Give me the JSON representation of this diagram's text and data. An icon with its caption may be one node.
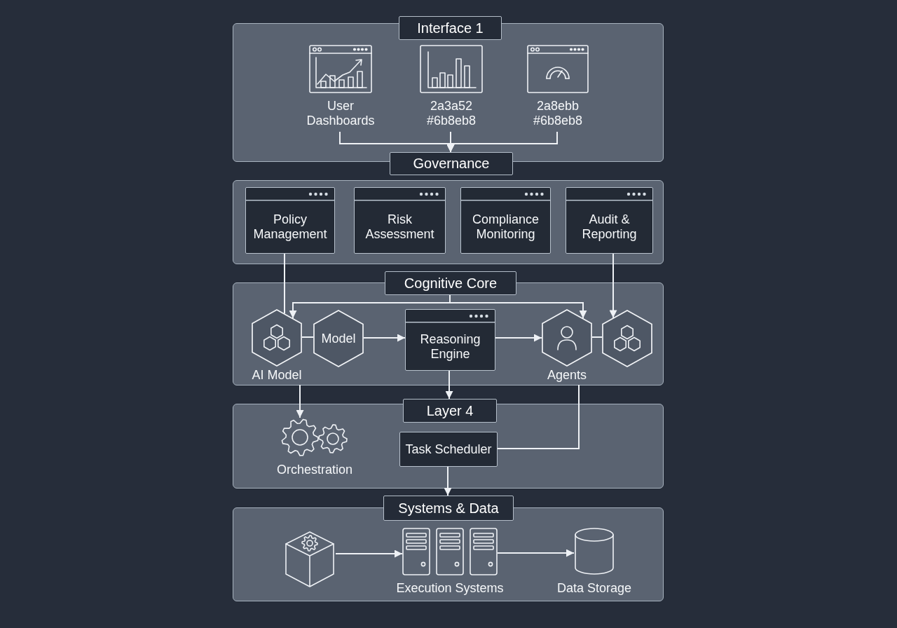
{
  "diagram": {
    "nodes": [
      {
        "text": [
          "Interface 1"
        ]
      },
      {
        "text": [
          "User Dashboards"
        ],
        "in": 0
      },
      {
        "text": [
          "2a3a52 #6b8eb8"
        ],
        "in": 0
      },
      {
        "text": [
          "2a8ebb #6b8eb8"
        ],
        "in": 0
      },
      {
        "text": [
          "Governance"
        ]
      },
      {
        "text": [
          "Policy Management"
        ],
        "in": 4
      },
      {
        "text": [
          "Risk Assessment"
        ],
        "in": 4
      },
      {
        "text": [
          "Compliance Monitoring"
        ],
        "in": 4
      },
      {
        "text": [
          "Audit & Reporting"
        ],
        "in": 4
      },
      {
        "text": [
          "Cognitive Core"
        ]
      },
      {
        "text": [
          "AI Model"
        ],
        "in": 9
      },
      {
        "text": [
          "Model"
        ],
        "in": 9
      },
      {
        "text": [
          "Reasoning Engine"
        ],
        "in": 9
      },
      {
        "text": [
          "Agents"
        ],
        "in": 9
      },
      {
        "text": [],
        "shape": "hexagon",
        "in": 9
      },
      {
        "text": [
          "Layer 4"
        ]
      },
      {
        "text": [
          "Orchestration"
        ],
        "in": 15
      },
      {
        "text": [
          "Task Scheduler"
        ],
        "in": 15
      },
      {
        "text": [
          "Systems & Data"
        ]
      },
      {
        "text": [],
        "shape": "cube",
        "in": 18
      },
      {
        "text": [
          "Execution Systems"
        ],
        "in": 18
      },
      {
        "text": [
          "Data Storage"
        ],
        "in": 18
      }
    ],
    "edges": [
      {
        "from": 1,
        "to": 4,
        "arrow": "to"
      },
      {
        "from": 2,
        "to": 4,
        "arrow": "to"
      },
      {
        "from": 3,
        "to": 4,
        "arrow": "to"
      },
      {
        "from": 5,
        "to": 10,
        "arrow": "none"
      },
      {
        "from": 8,
        "to": 14,
        "arrow": "to"
      },
      {
        "from": 9,
        "to": 10,
        "arrow": "to"
      },
      {
        "from": 9,
        "to": 13,
        "arrow": "to"
      },
      {
        "from": 10,
        "to": 11,
        "arrow": "none"
      },
      {
        "from": 11,
        "to": 12,
        "arrow": "to"
      },
      {
        "from": 12,
        "to": 13,
        "arrow": "to"
      },
      {
        "from": 13,
        "to": 14,
        "arrow": "none"
      },
      {
        "from": 12,
        "to": 15,
        "arrow": "to"
      },
      {
        "from": 10,
        "to": 16,
        "arrow": "to"
      },
      {
        "from": 13,
        "to": 17,
        "arrow": "none"
      },
      {
        "from": 17,
        "to": 18,
        "arrow": "to"
      },
      {
        "from": 19,
        "to": 20,
        "arrow": "to"
      },
      {
        "from": 20,
        "to": 21,
        "arrow": "to"
      }
    ]
  }
}
